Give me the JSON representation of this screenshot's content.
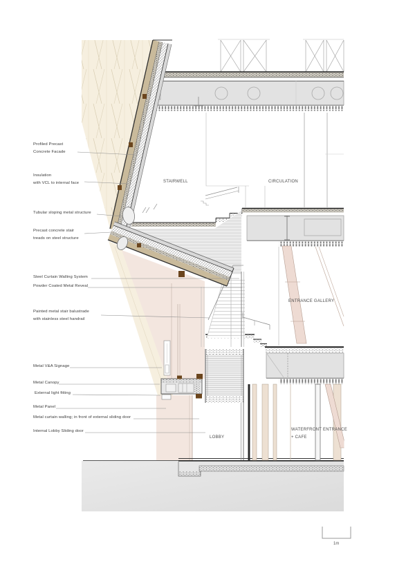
{
  "colors": {
    "paper": "#ffffff",
    "cream": "#f6efdf",
    "lattice-line": "#d8cdb2",
    "facade-tan": "#c9ba9b",
    "pink": "#f3e6df",
    "pink-brace": "#eedbd3",
    "structure-gray": "#e2e2e2",
    "ground-gray": "#e3e3e3",
    "brown": "#6b451d",
    "line-gray": "#9a9a9a",
    "dark-line": "#2f2f2f",
    "text": "#3b3b3b"
  },
  "annotations": [
    {
      "text": "Profiled Precast\nConcrete Facade"
    },
    {
      "text": "Insulation\nwith VCL to internal face"
    },
    {
      "text": "Tubular sloping metal structure"
    },
    {
      "text": "Precast concrete stair\ntreads on steel structure"
    },
    {
      "text": "Steel Curtain Walling System"
    },
    {
      "text": "Powder Coated Metal Reveal"
    },
    {
      "text": "Painted metal stair balustrade\nwith stainless steel handrail"
    },
    {
      "text": "Metal V&A Signage"
    },
    {
      "text": "Metal Canopy"
    },
    {
      "text": "External light fitting"
    },
    {
      "text": "Metal Panel"
    },
    {
      "text": "Metal curtain walling; in front of external sliding door"
    },
    {
      "text": "Internal Lobby Sliding door"
    }
  ],
  "rooms": {
    "stairwell": "STAIRWELL",
    "circulation": "CIRCULATION",
    "entrance_gallery": "ENTRANCE GALLERY",
    "lobby": "LOBBY",
    "waterfront": "WATERFRONT ENTRANCE\n+ CAFE"
  },
  "scale": {
    "label": "1m"
  }
}
